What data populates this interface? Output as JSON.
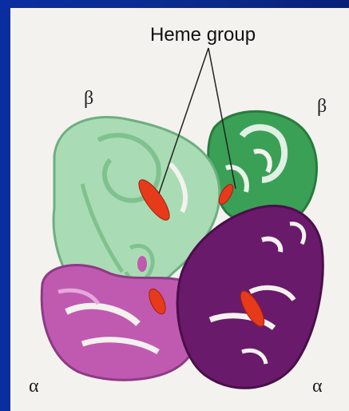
{
  "figure": {
    "label": "Heme group",
    "subunits": {
      "beta_left": "β",
      "beta_right": "β",
      "alpha_left": "α",
      "alpha_right": "α"
    },
    "colors": {
      "beta_left": "#a9dcb4",
      "beta_right": "#3aa055",
      "alpha_left": "#c05ab0",
      "alpha_right": "#6a1a6a",
      "heme": "#e63a1a",
      "background": "#0a2a8a"
    }
  }
}
